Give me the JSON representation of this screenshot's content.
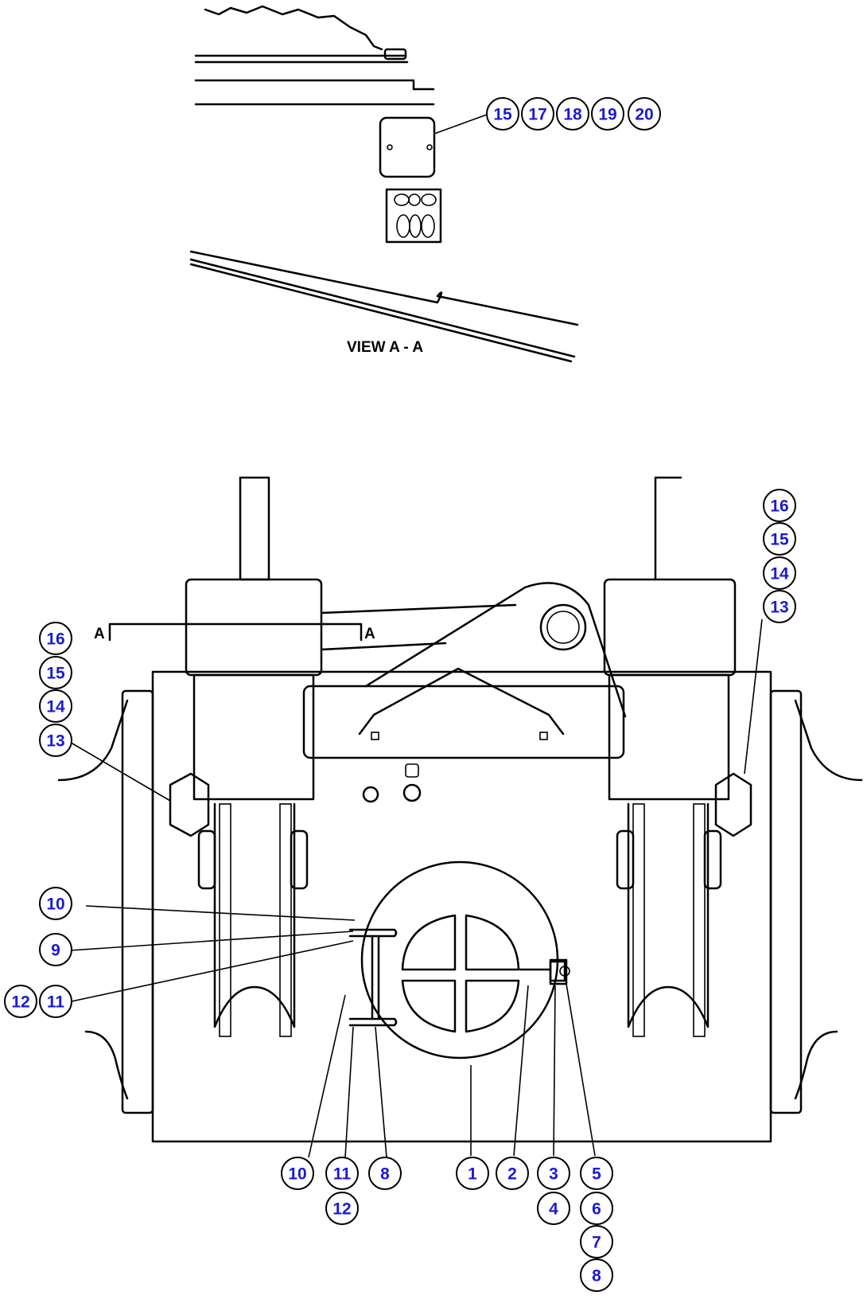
{
  "view_label": "VIEW A - A",
  "section_marker": "A",
  "colors": {
    "callout_text": "#1a1ad6",
    "line": "#000000"
  },
  "callouts": [
    {
      "n": "15"
    },
    {
      "n": "17"
    },
    {
      "n": "18"
    },
    {
      "n": "19"
    },
    {
      "n": "20"
    },
    {
      "n": "16"
    },
    {
      "n": "15"
    },
    {
      "n": "14"
    },
    {
      "n": "13"
    },
    {
      "n": "16"
    },
    {
      "n": "15"
    },
    {
      "n": "14"
    },
    {
      "n": "13"
    },
    {
      "n": "10"
    },
    {
      "n": "9"
    },
    {
      "n": "12"
    },
    {
      "n": "11"
    },
    {
      "n": "10"
    },
    {
      "n": "11"
    },
    {
      "n": "12"
    },
    {
      "n": "8"
    },
    {
      "n": "1"
    },
    {
      "n": "2"
    },
    {
      "n": "3"
    },
    {
      "n": "4"
    },
    {
      "n": "5"
    },
    {
      "n": "6"
    },
    {
      "n": "7"
    },
    {
      "n": "8"
    }
  ]
}
